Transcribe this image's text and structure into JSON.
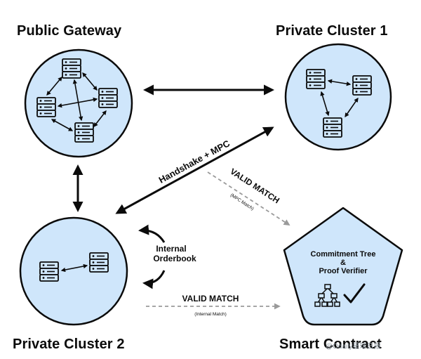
{
  "nodes": {
    "public_gateway": {
      "title": "Public Gateway"
    },
    "private_cluster_1": {
      "title": "Private Cluster 1"
    },
    "private_cluster_2": {
      "title": "Private Cluster 2"
    },
    "smart_contract": {
      "title": "Smart Contract",
      "text_line_1": "Commitment Tree",
      "text_line_2": "&",
      "text_line_3": "Proof Verifier"
    }
  },
  "edges": {
    "handshake_label": "Handshake + MPC",
    "valid_match_mpc": {
      "label": "VALID MATCH",
      "sublabel": "(MPC Match)"
    },
    "valid_match_internal": {
      "label": "VALID MATCH",
      "sublabel": "(Internal Match)"
    },
    "internal_orderbook": {
      "line_1": "Internal",
      "line_2": "Orderbook"
    }
  },
  "watermark": {
    "text": "@Odaily星球日报"
  },
  "colors": {
    "circle_fill": "#cfe6fb",
    "outline": "#0b0b0b",
    "dashed_arrow": "#9a9a9a",
    "background": "#ffffff"
  }
}
